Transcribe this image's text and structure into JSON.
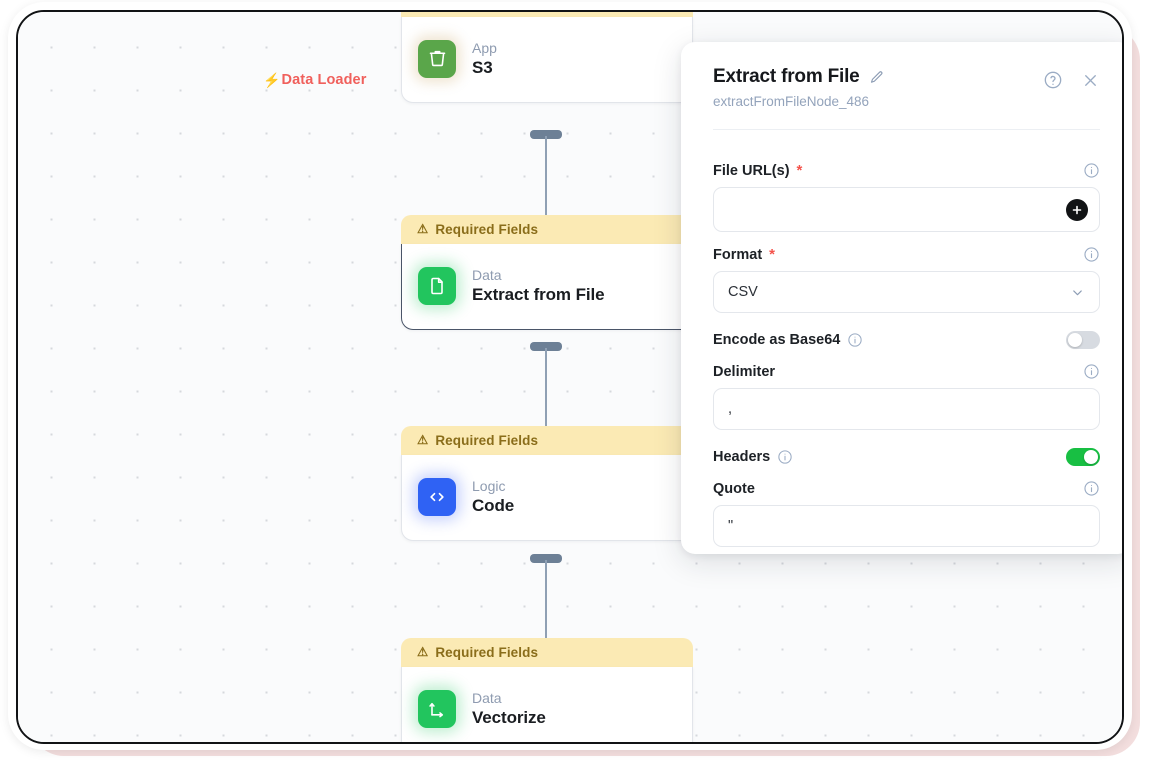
{
  "canvas": {
    "group_label": "Data Loader",
    "group_icon": "lightning-bolt-icon",
    "accent_color": "#f0605c",
    "warning_text": "Required Fields",
    "nodes": [
      {
        "kind": "App",
        "title": "S3",
        "icon": "s3-bucket-icon",
        "selected": false
      },
      {
        "kind": "Data",
        "title": "Extract from File",
        "icon": "file-icon",
        "selected": true
      },
      {
        "kind": "Logic",
        "title": "Code",
        "icon": "code-brackets-icon",
        "selected": false
      },
      {
        "kind": "Data",
        "title": "Vectorize",
        "icon": "vector-axes-icon",
        "selected": false
      }
    ]
  },
  "panel": {
    "title": "Extract from File",
    "edit_icon": "pencil-icon",
    "subtitle": "extractFromFileNode_486",
    "help_icon": "help-circle-icon",
    "close_icon": "close-icon",
    "fields": {
      "file_urls": {
        "label": "File URL(s)",
        "required": true,
        "value": "",
        "placeholder": "",
        "info_icon": "info-icon",
        "add_icon": "plus-icon"
      },
      "format": {
        "label": "Format",
        "required": true,
        "value": "CSV",
        "options": [
          "CSV"
        ],
        "info_icon": "info-icon",
        "chevron_icon": "chevron-down-icon"
      },
      "encode_base64": {
        "label": "Encode as Base64",
        "info_icon": "info-icon",
        "enabled": false
      },
      "delimiter": {
        "label": "Delimiter",
        "value": ",",
        "info_icon": "info-icon"
      },
      "headers": {
        "label": "Headers",
        "info_icon": "info-icon",
        "enabled": true
      },
      "quote": {
        "label": "Quote",
        "value": "\"",
        "info_icon": "info-icon"
      }
    }
  }
}
